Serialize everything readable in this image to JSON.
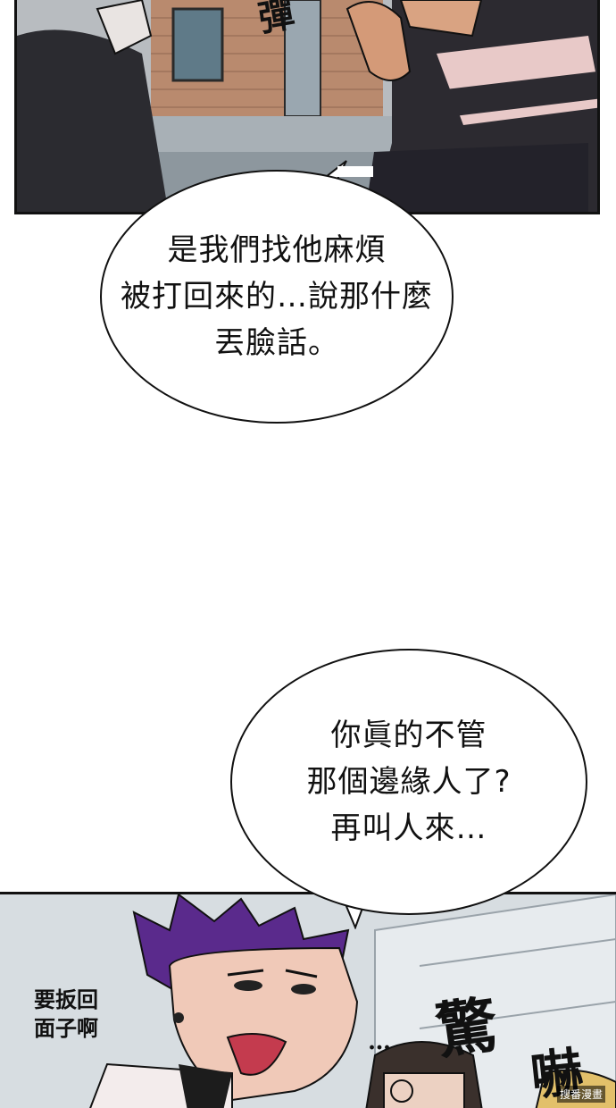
{
  "bubbles": [
    {
      "lines": [
        "是我們找他麻煩",
        "被打回來的…說那什麼",
        "丟臉話。"
      ]
    },
    {
      "lines": [
        "你眞的不管",
        "那個邊緣人了?",
        "再叫人來…"
      ]
    }
  ],
  "sfx": {
    "top_partial": "彈",
    "side_text_line1": "要扳回",
    "side_text_line2": "面子啊",
    "shock": "驚",
    "scare": "嚇",
    "ellipsis": "…"
  },
  "watermark": "搜番漫畫"
}
